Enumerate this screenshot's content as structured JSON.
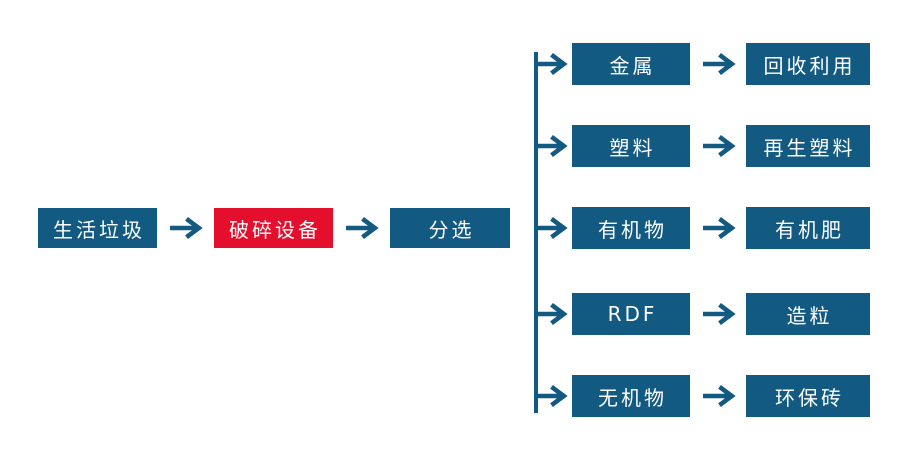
{
  "diagram": {
    "description_semantics": "household waste shredding and sorting process flow",
    "colors": {
      "background": "#ffffff",
      "node_blue": "#135a82",
      "node_red": "#e30f2d",
      "node_text": "#ffffff",
      "connector": "#135a82"
    },
    "main_flow": [
      {
        "label": "生活垃圾",
        "color": "blue"
      },
      {
        "label": "破碎设备",
        "color": "red"
      },
      {
        "label": "分选",
        "color": "blue"
      }
    ],
    "branches": [
      {
        "category": "金属",
        "outcome": "回收利用"
      },
      {
        "category": "塑料",
        "outcome": "再生塑料"
      },
      {
        "category": "有机物",
        "outcome": "有机肥"
      },
      {
        "category": "RDF",
        "outcome": "造粒"
      },
      {
        "category": "无机物",
        "outcome": "环保砖"
      }
    ]
  }
}
